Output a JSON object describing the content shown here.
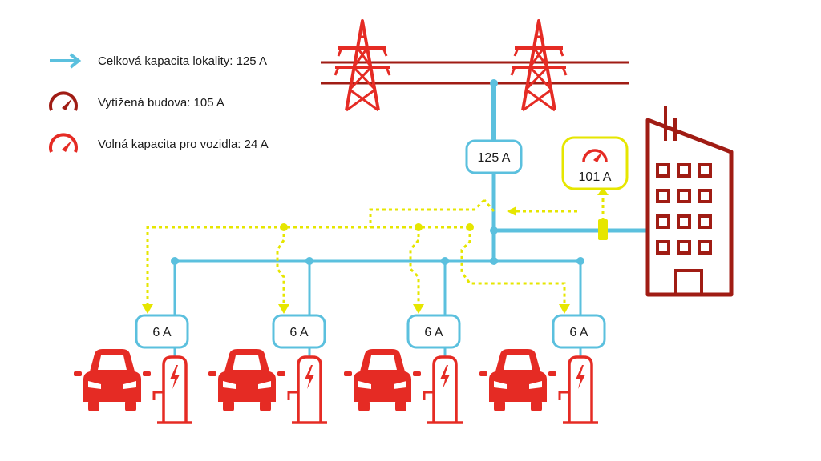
{
  "legend": {
    "site_capacity": "Celková kapacita lokality: 125 A",
    "building_load": "Vytížená budova: 105 A",
    "free_capacity": "Volná kapacita pro vozidla: 24 A"
  },
  "main_meter": {
    "label": "125 A"
  },
  "building_meter": {
    "label": "101 A",
    "icon": "gauge-icon"
  },
  "chargers": [
    {
      "label": "6 A"
    },
    {
      "label": "6 A"
    },
    {
      "label": "6 A"
    },
    {
      "label": "6 A"
    }
  ],
  "icons": {
    "tower": "power-tower-icon",
    "car": "car-icon",
    "charger": "ev-charger-icon",
    "building": "building-icon"
  },
  "colors": {
    "cable": "#5bc0de",
    "signal": "#e6e600",
    "red": "#e52b24",
    "dark_red": "#a01c14",
    "text": "#1a1a1a"
  }
}
